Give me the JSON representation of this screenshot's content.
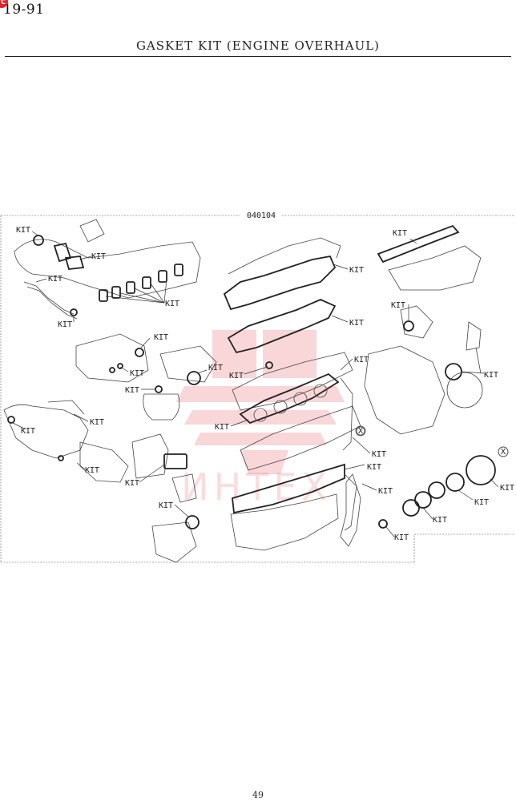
{
  "header": {
    "page_code": "19-91",
    "title": "GASKET KIT (ENGINE OVERHAUL)"
  },
  "diagram": {
    "figure_id": "040104",
    "callout_label": "KIT",
    "reference_mark": "X",
    "watermark": {
      "text": "ИНТЕХ",
      "color": "#e0222b"
    }
  },
  "footer": {
    "page_number": "49"
  },
  "colors": {
    "ink": "#222222",
    "badge": "#e0222b"
  }
}
